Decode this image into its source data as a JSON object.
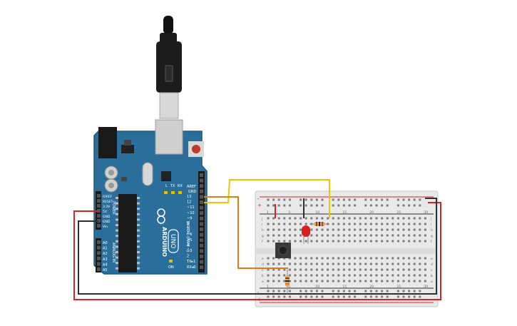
{
  "colors": {
    "board": "#2a6f9b",
    "board_dark": "#1f5679",
    "breadboard": "#e9e9e9",
    "wire_red": "#e02020",
    "wire_black": "#303030",
    "wire_yellow": "#f2c400",
    "wire_orange": "#e07d10",
    "led": "#d81e1e",
    "button": "#3a3a3a"
  },
  "arduino": {
    "brand": "ARDUINO",
    "model": "UNO",
    "aref_label": "AREF",
    "gnd_label": "GND",
    "digital_pin_labels": [
      "13",
      "12",
      "~11",
      "~10",
      "~9",
      "8",
      "7",
      "~6",
      "~5",
      "4",
      "~3",
      "2",
      "TX▸1",
      "RX◂0"
    ],
    "digital_header_label": "DIGITAL (PWM ~)",
    "power_pin_labels": [
      "IOREF",
      "RESET",
      "3.3V",
      "5V",
      "GND",
      "GND",
      "Vin"
    ],
    "power_header_label": "POWER",
    "analog_pin_labels": [
      "A0",
      "A1",
      "A2",
      "A3",
      "A4",
      "A5"
    ],
    "analog_header_label": "ANALOG IN",
    "led_labels": [
      "L",
      "TX",
      "RX",
      "ON"
    ]
  },
  "breadboard": {
    "rail_plus": "+",
    "rail_minus": "-",
    "row_letters_top": [
      "j",
      "i",
      "h",
      "g",
      "f"
    ],
    "row_letters_bottom": [
      "e",
      "d",
      "c",
      "b",
      "a"
    ],
    "column_numbers": [
      "1",
      "5",
      "10",
      "15",
      "20",
      "25",
      "30"
    ]
  }
}
